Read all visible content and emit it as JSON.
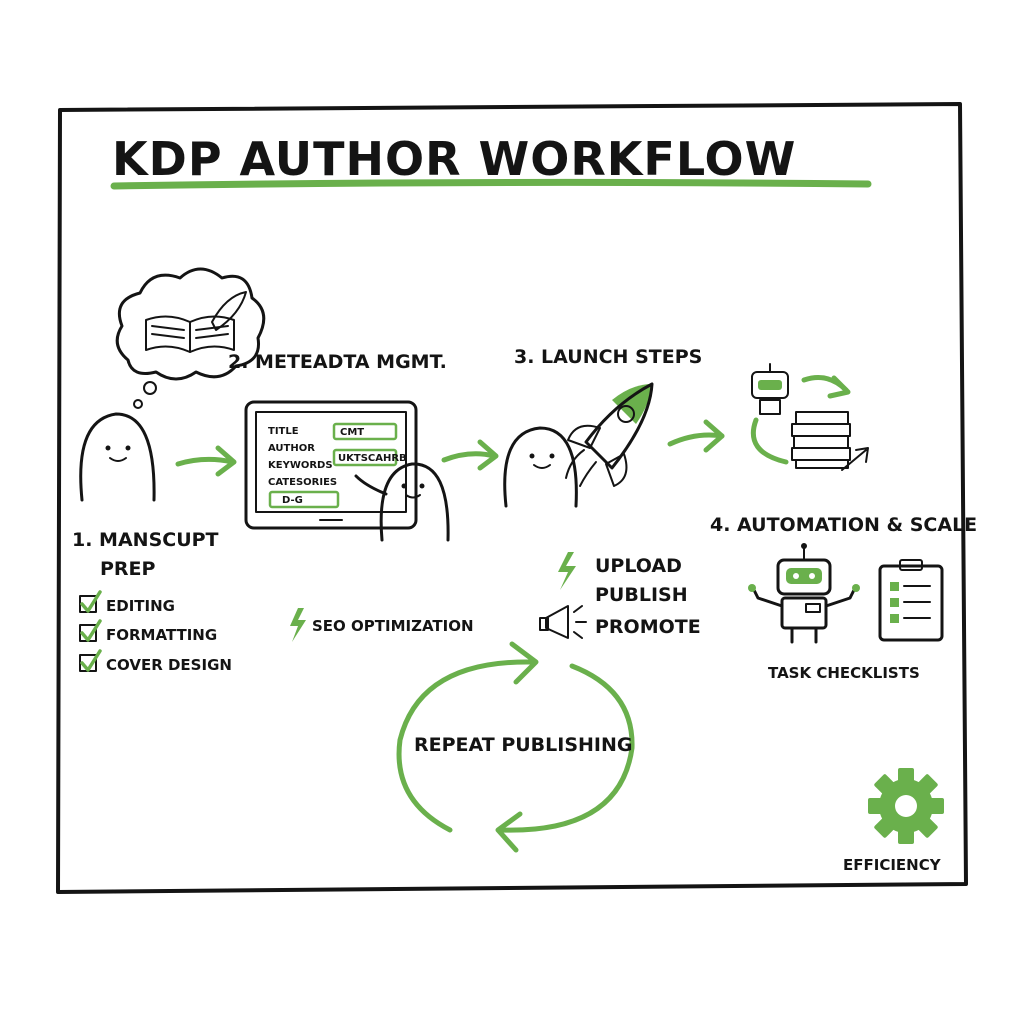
{
  "colors": {
    "accent": "#6ab04c",
    "ink": "#141414",
    "paper": "#ffffff"
  },
  "title": "KDP AUTHOR WORKFLOW",
  "steps": {
    "manuscript": {
      "label_line1": "1. MANSCUPT",
      "label_line2": "PREP",
      "checklist": [
        "EDITING",
        "FORMATTING",
        "COVER DESIGN"
      ],
      "icons": [
        "person-icon",
        "thought-bubble-icon",
        "open-book-icon",
        "quill-icon"
      ]
    },
    "metadata": {
      "label": "2. METEADTA MGMT.",
      "form_fields": [
        "TITLE",
        "AUTHOR",
        "KEYWORDS",
        "CATESORIES"
      ],
      "form_values": [
        "CMT",
        "UKTSCAHRB",
        "D-G"
      ],
      "seo": "SEO OPTIMIZATION"
    },
    "launch": {
      "label": "3. LAUNCH STEPS",
      "actions": [
        "UPLOAD",
        "PUBLISH",
        "PROMOTE"
      ]
    },
    "automation": {
      "label": "4. AUTOMATION & SCALE",
      "checklists": "TASK CHECKLISTS"
    }
  },
  "cycle": {
    "label": "REPEAT PUBLISHING"
  },
  "efficiency": {
    "label": "EFFICIENCY"
  }
}
